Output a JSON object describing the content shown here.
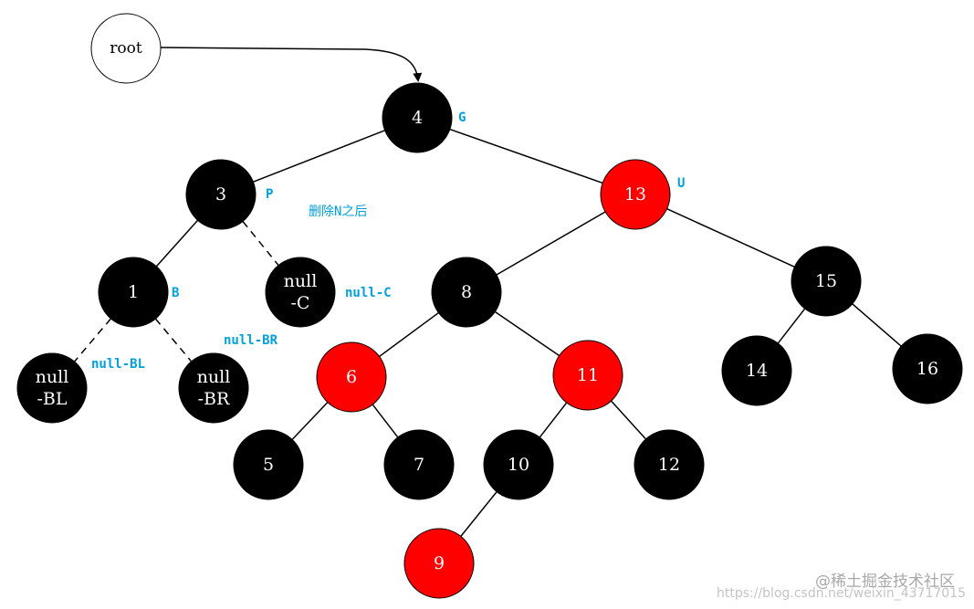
{
  "colors": {
    "black_node": "#000000",
    "red_node": "#ff0000",
    "root_node_fill": "#ffffff",
    "node_text": "#ffffff",
    "root_text": "#000000",
    "edge": "#000000",
    "annotation": "#00a0d8",
    "watermark": "#b0b0b0"
  },
  "root": {
    "label": "root"
  },
  "nodes": [
    {
      "id": "n4",
      "label": "4",
      "color": "black"
    },
    {
      "id": "n3",
      "label": "3",
      "color": "black"
    },
    {
      "id": "n13",
      "label": "13",
      "color": "red"
    },
    {
      "id": "n1",
      "label": "1",
      "color": "black"
    },
    {
      "id": "nnullC",
      "label": "null\n-C",
      "color": "black"
    },
    {
      "id": "n8",
      "label": "8",
      "color": "black"
    },
    {
      "id": "n15",
      "label": "15",
      "color": "black"
    },
    {
      "id": "nnullBL",
      "label": "null\n-BL",
      "color": "black"
    },
    {
      "id": "nnullBR",
      "label": "null\n-BR",
      "color": "black"
    },
    {
      "id": "n6",
      "label": "6",
      "color": "red"
    },
    {
      "id": "n11",
      "label": "11",
      "color": "red"
    },
    {
      "id": "n14",
      "label": "14",
      "color": "black"
    },
    {
      "id": "n16",
      "label": "16",
      "color": "black"
    },
    {
      "id": "n5",
      "label": "5",
      "color": "black"
    },
    {
      "id": "n7",
      "label": "7",
      "color": "black"
    },
    {
      "id": "n10",
      "label": "10",
      "color": "black"
    },
    {
      "id": "n12",
      "label": "12",
      "color": "black"
    },
    {
      "id": "n9",
      "label": "9",
      "color": "red"
    }
  ],
  "edges": [
    {
      "from": "n4",
      "to": "n3",
      "style": "solid"
    },
    {
      "from": "n4",
      "to": "n13",
      "style": "solid"
    },
    {
      "from": "n3",
      "to": "n1",
      "style": "solid"
    },
    {
      "from": "n3",
      "to": "nnullC",
      "style": "dashed"
    },
    {
      "from": "n1",
      "to": "nnullBL",
      "style": "dashed"
    },
    {
      "from": "n1",
      "to": "nnullBR",
      "style": "dashed"
    },
    {
      "from": "n13",
      "to": "n8",
      "style": "solid"
    },
    {
      "from": "n13",
      "to": "n15",
      "style": "solid"
    },
    {
      "from": "n8",
      "to": "n6",
      "style": "solid"
    },
    {
      "from": "n8",
      "to": "n11",
      "style": "solid"
    },
    {
      "from": "n15",
      "to": "n14",
      "style": "solid"
    },
    {
      "from": "n15",
      "to": "n16",
      "style": "solid"
    },
    {
      "from": "n6",
      "to": "n5",
      "style": "solid"
    },
    {
      "from": "n6",
      "to": "n7",
      "style": "solid"
    },
    {
      "from": "n11",
      "to": "n10",
      "style": "solid"
    },
    {
      "from": "n11",
      "to": "n12",
      "style": "solid"
    },
    {
      "from": "n10",
      "to": "n9",
      "style": "solid"
    }
  ],
  "annotations": {
    "g": "G",
    "p": "P",
    "u": "U",
    "b": "B",
    "note": "删除N之后",
    "null_c": "null-C",
    "null_br": "null-BR",
    "null_bl": "null-BL"
  },
  "watermark": {
    "url": "https://blog.csdn.net/weixin_43717015",
    "brand": "@稀土掘金技术社区"
  }
}
